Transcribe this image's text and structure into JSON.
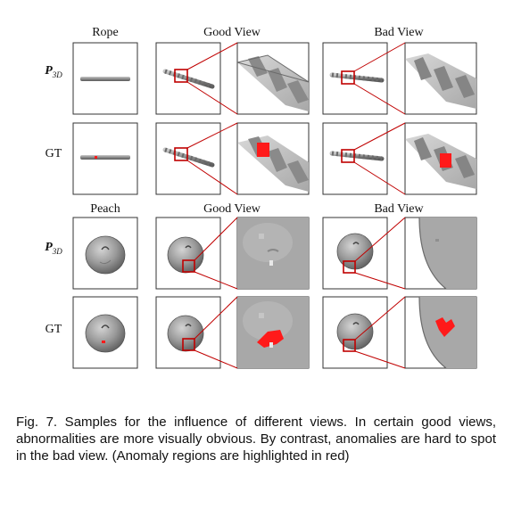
{
  "sections": [
    {
      "object": "Rope",
      "good_view": "Good View",
      "bad_view": "Bad View"
    },
    {
      "object": "Peach",
      "good_view": "Good View",
      "bad_view": "Bad View"
    }
  ],
  "row_labels": {
    "pred_main": "P",
    "pred_sub": "3D",
    "gt": "GT"
  },
  "caption": "Fig. 7. Samples for the influence of different views. In certain good views, abnormalities are more visually obvious. By contrast, anomalies are hard to spot in the bad view. (Anomaly regions are highlighted in red)",
  "colors": {
    "highlight": "#c00000",
    "anomaly": "#ff1a1a",
    "object": "#9a9a9a"
  }
}
